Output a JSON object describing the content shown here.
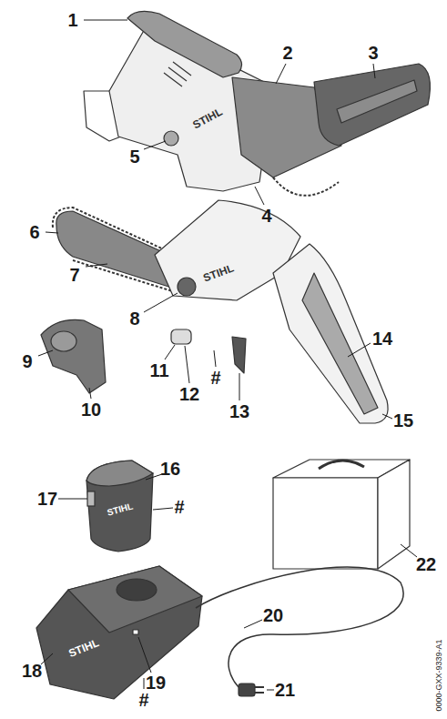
{
  "diagram": {
    "labels": [
      "1",
      "2",
      "3",
      "STIHL",
      "5",
      "4",
      "6",
      "7",
      "STIHL",
      "8",
      "9",
      "11",
      "12",
      "#",
      "13",
      "14",
      "10",
      "15",
      "16",
      "STIHL",
      "17",
      "#",
      "22",
      "20",
      "18",
      "19",
      "#",
      "21",
      "STIHL",
      "0000-GXX-9339-A1"
    ]
  }
}
